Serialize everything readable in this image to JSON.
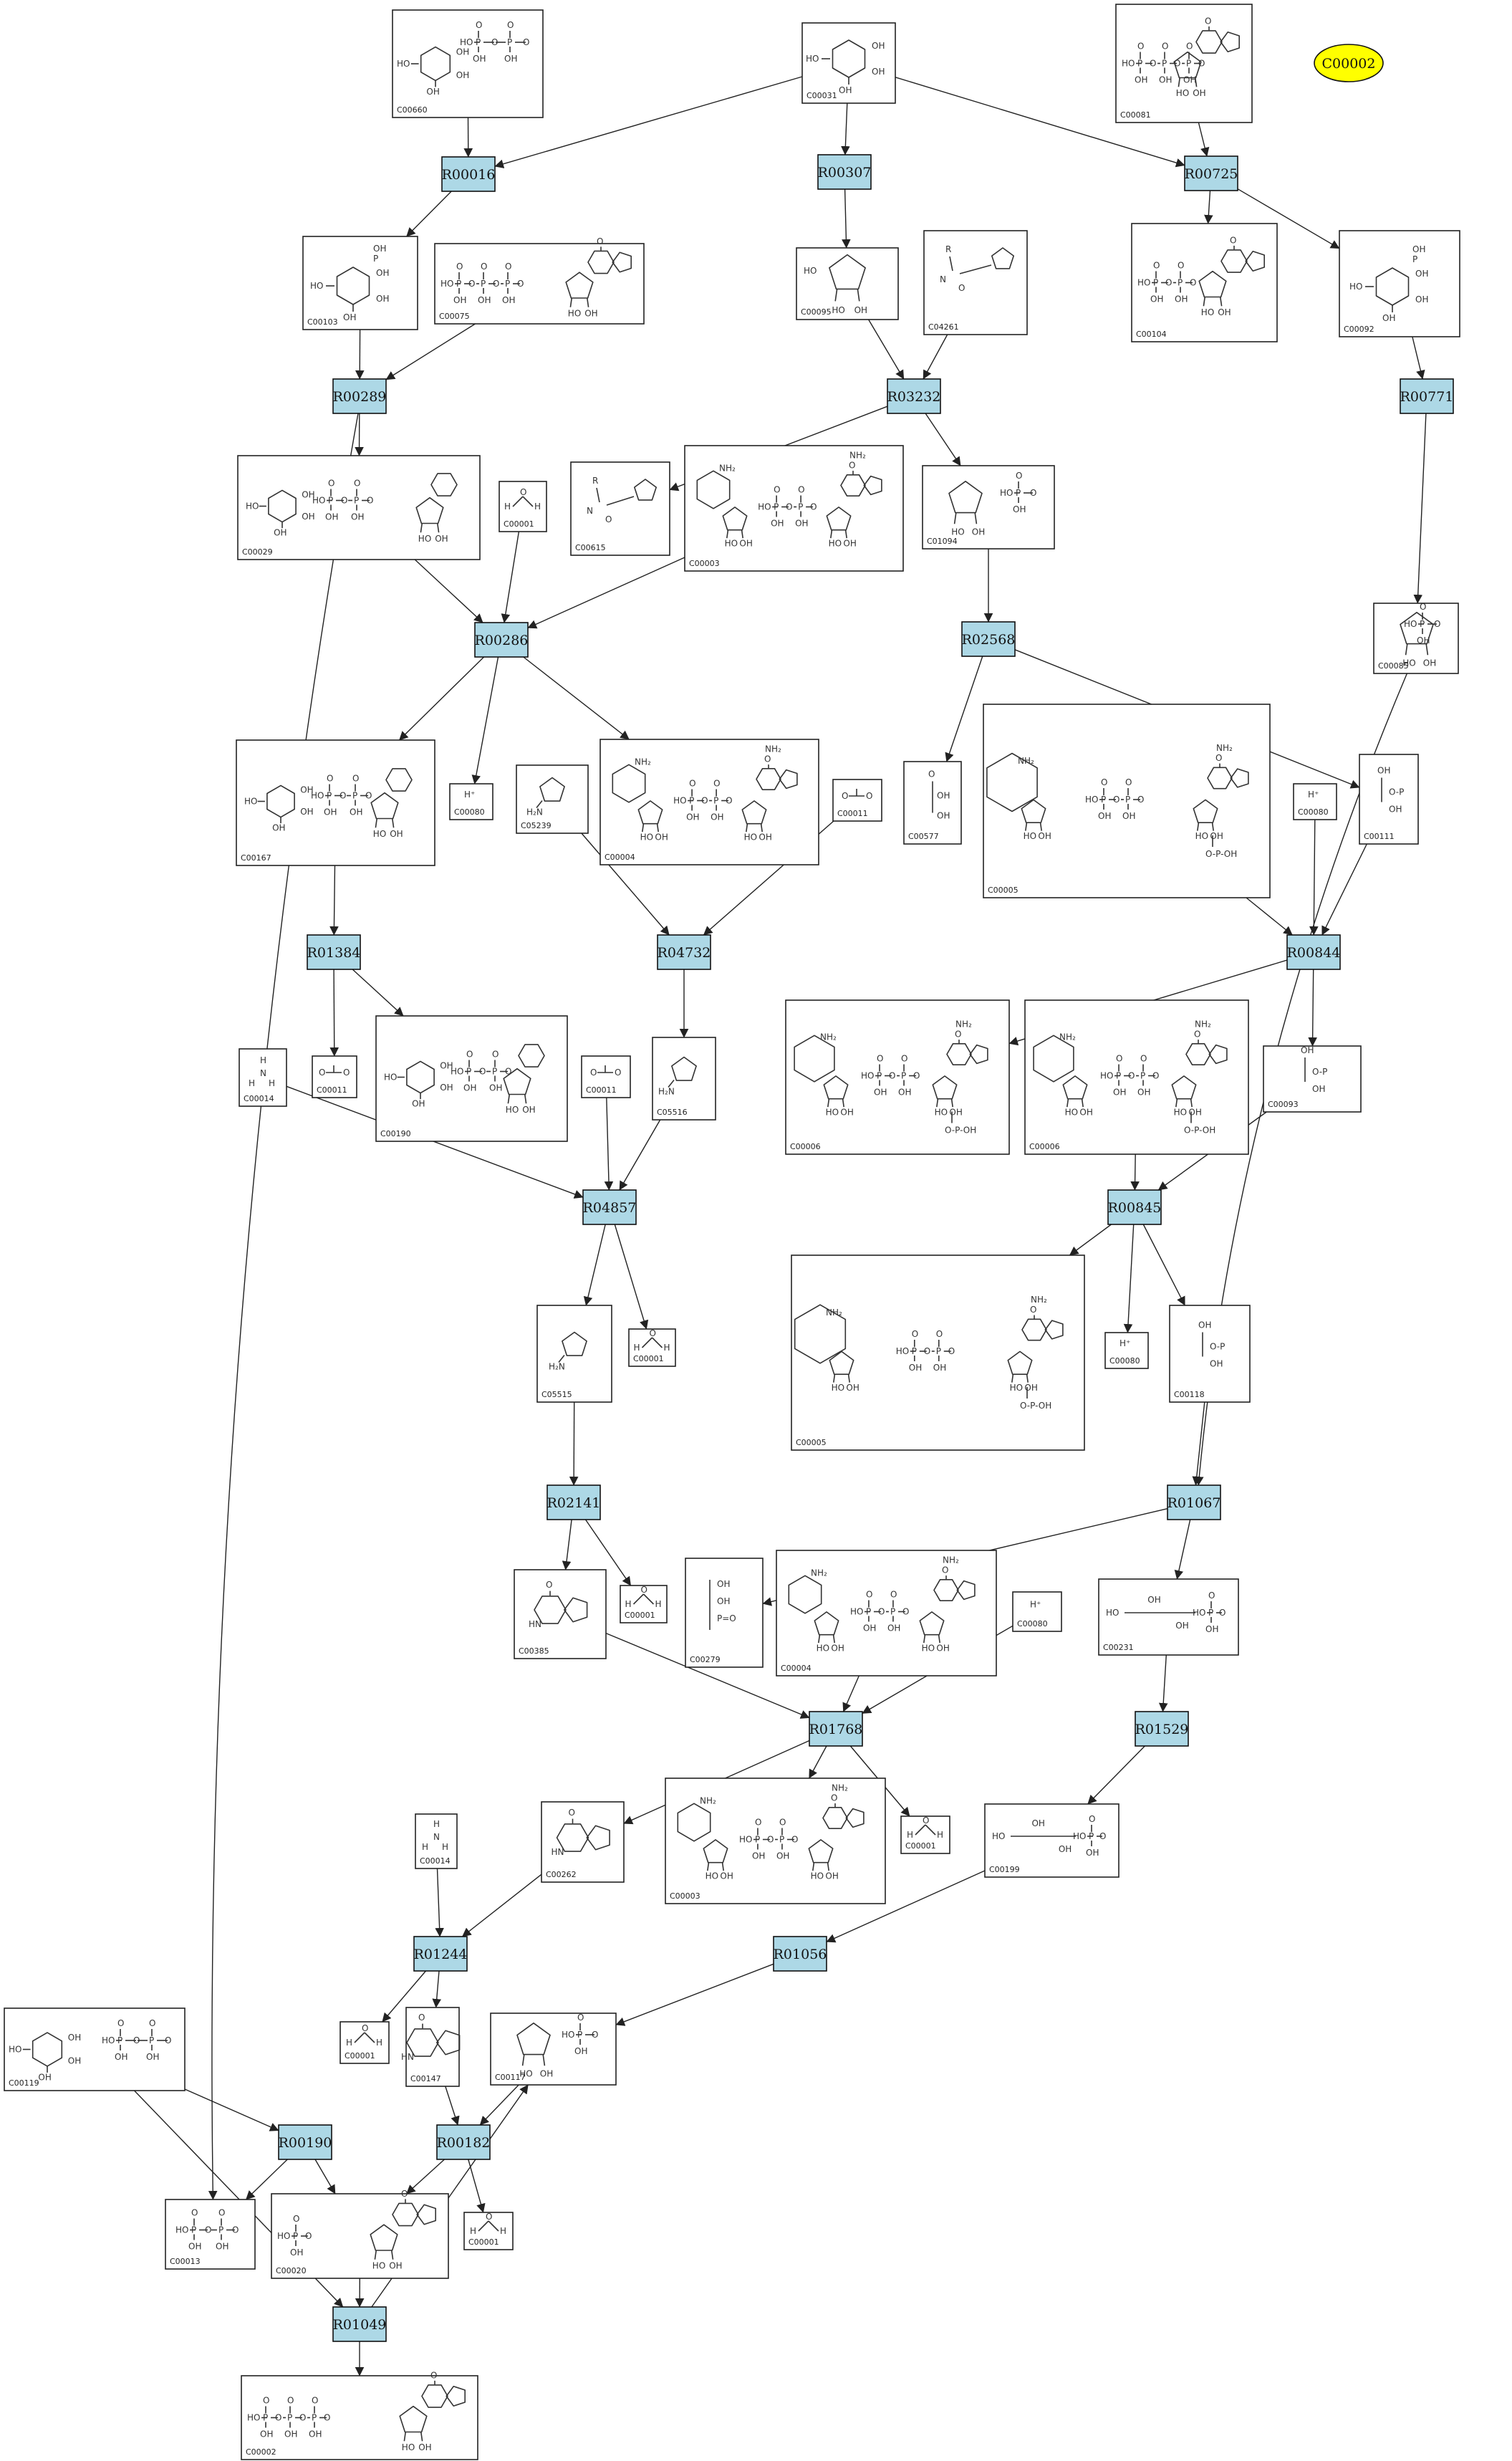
{
  "legend": {
    "label": "C00002",
    "color": "#ffff00"
  },
  "colors": {
    "reaction": "#add8e6",
    "compound": "#ffffff",
    "legend": "#ffff00"
  },
  "compounds": [
    {
      "id": "c_C00660",
      "label": "C00660",
      "glyph": "sugar-diphosphate"
    },
    {
      "id": "c_C00031",
      "label": "C00031",
      "glyph": "hexose"
    },
    {
      "id": "c_C00081",
      "label": "C00081",
      "glyph": "nucleotide-triphosphate"
    },
    {
      "id": "c_C00103",
      "label": "C00103",
      "glyph": "hexose-phosphate"
    },
    {
      "id": "c_C00075",
      "label": "C00075",
      "glyph": "nucleotide-triphosphate"
    },
    {
      "id": "c_C00095",
      "label": "C00095",
      "glyph": "furanose"
    },
    {
      "id": "c_C04261",
      "label": "C04261",
      "glyph": "peptide"
    },
    {
      "id": "c_C00104",
      "label": "C00104",
      "glyph": "nucleotide-diphosphate"
    },
    {
      "id": "c_C00092",
      "label": "C00092",
      "glyph": "hexose-phosphate"
    },
    {
      "id": "c_C00029",
      "label": "C00029",
      "glyph": "sugar-nucleotide"
    },
    {
      "id": "c_C00001_a",
      "label": "C00001",
      "glyph": "water"
    },
    {
      "id": "c_C00615",
      "label": "C00615",
      "glyph": "peptide"
    },
    {
      "id": "c_C00003_a",
      "label": "C00003",
      "glyph": "dinucleotide"
    },
    {
      "id": "c_C01094",
      "label": "C01094",
      "glyph": "furanose-phosphate"
    },
    {
      "id": "c_C00085",
      "label": "C00085",
      "glyph": "furanose-phosphate"
    },
    {
      "id": "c_C00167",
      "label": "C00167",
      "glyph": "sugar-nucleotide"
    },
    {
      "id": "c_C00080_a",
      "label": "C00080",
      "glyph": "proton"
    },
    {
      "id": "c_C05239",
      "label": "C05239",
      "glyph": "imidazole"
    },
    {
      "id": "c_C00004_a",
      "label": "C00004",
      "glyph": "dinucleotide"
    },
    {
      "id": "c_C00011_a",
      "label": "C00011",
      "glyph": "co2"
    },
    {
      "id": "c_C00577",
      "label": "C00577",
      "glyph": "triose"
    },
    {
      "id": "c_C00005_a",
      "label": "C00005",
      "glyph": "dinucleotide-phosphate"
    },
    {
      "id": "c_C00080_b",
      "label": "C00080",
      "glyph": "proton"
    },
    {
      "id": "c_C00111",
      "label": "C00111",
      "glyph": "triose-phosphate"
    },
    {
      "id": "c_C00014_a",
      "label": "C00014",
      "glyph": "ammonia"
    },
    {
      "id": "c_C00011_b",
      "label": "C00011",
      "glyph": "co2"
    },
    {
      "id": "c_C00190",
      "label": "C00190",
      "glyph": "sugar-nucleotide"
    },
    {
      "id": "c_C00011_c",
      "label": "C00011",
      "glyph": "co2"
    },
    {
      "id": "c_C05516",
      "label": "C05516",
      "glyph": "imidazole"
    },
    {
      "id": "c_C00006_a",
      "label": "C00006",
      "glyph": "dinucleotide-phosphate"
    },
    {
      "id": "c_C00006_b",
      "label": "C00006",
      "glyph": "dinucleotide-phosphate"
    },
    {
      "id": "c_C00093",
      "label": "C00093",
      "glyph": "triose-phosphate"
    },
    {
      "id": "c_C05515",
      "label": "C05515",
      "glyph": "imidazole"
    },
    {
      "id": "c_C00001_b",
      "label": "C00001",
      "glyph": "water"
    },
    {
      "id": "c_C00005_b",
      "label": "C00005",
      "glyph": "dinucleotide-phosphate"
    },
    {
      "id": "c_C00080_c",
      "label": "C00080",
      "glyph": "proton"
    },
    {
      "id": "c_C00118",
      "label": "C00118",
      "glyph": "triose-phosphate"
    },
    {
      "id": "c_C00385",
      "label": "C00385",
      "glyph": "purine"
    },
    {
      "id": "c_C00001_c",
      "label": "C00001",
      "glyph": "water"
    },
    {
      "id": "c_C00279",
      "label": "C00279",
      "glyph": "tetrose-phosphate"
    },
    {
      "id": "c_C00004_b",
      "label": "C00004",
      "glyph": "dinucleotide"
    },
    {
      "id": "c_C00080_d",
      "label": "C00080",
      "glyph": "proton"
    },
    {
      "id": "c_C00231",
      "label": "C00231",
      "glyph": "pentose-phosphate"
    },
    {
      "id": "c_C00262",
      "label": "C00262",
      "glyph": "purine"
    },
    {
      "id": "c_C00003_b",
      "label": "C00003",
      "glyph": "dinucleotide"
    },
    {
      "id": "c_C00001_d",
      "label": "C00001",
      "glyph": "water"
    },
    {
      "id": "c_C00199",
      "label": "C00199",
      "glyph": "pentose-phosphate"
    },
    {
      "id": "c_C00014_b",
      "label": "C00014",
      "glyph": "ammonia"
    },
    {
      "id": "c_C00001_e",
      "label": "C00001",
      "glyph": "water"
    },
    {
      "id": "c_C00147",
      "label": "C00147",
      "glyph": "purine"
    },
    {
      "id": "c_C00117",
      "label": "C00117",
      "glyph": "furanose-phosphate"
    },
    {
      "id": "c_C00119",
      "label": "C00119",
      "glyph": "sugar-diphosphate"
    },
    {
      "id": "c_C00013",
      "label": "C00013",
      "glyph": "diphosphate"
    },
    {
      "id": "c_C00020",
      "label": "C00020",
      "glyph": "nucleotide-monophosphate"
    },
    {
      "id": "c_C00001_f",
      "label": "C00001",
      "glyph": "water"
    },
    {
      "id": "c_C00002",
      "label": "C00002",
      "glyph": "nucleotide-triphosphate"
    }
  ],
  "reactions": [
    {
      "id": "r_R00016",
      "label": "R00016"
    },
    {
      "id": "r_R00307",
      "label": "R00307"
    },
    {
      "id": "r_R00725",
      "label": "R00725"
    },
    {
      "id": "r_R00289",
      "label": "R00289"
    },
    {
      "id": "r_R03232",
      "label": "R03232"
    },
    {
      "id": "r_R00771",
      "label": "R00771"
    },
    {
      "id": "r_R00286",
      "label": "R00286"
    },
    {
      "id": "r_R02568",
      "label": "R02568"
    },
    {
      "id": "r_R01384",
      "label": "R01384"
    },
    {
      "id": "r_R04732",
      "label": "R04732"
    },
    {
      "id": "r_R00844",
      "label": "R00844"
    },
    {
      "id": "r_R04857",
      "label": "R04857"
    },
    {
      "id": "r_R00845",
      "label": "R00845"
    },
    {
      "id": "r_R02141",
      "label": "R02141"
    },
    {
      "id": "r_R01067",
      "label": "R01067"
    },
    {
      "id": "r_R01768",
      "label": "R01768"
    },
    {
      "id": "r_R01529",
      "label": "R01529"
    },
    {
      "id": "r_R01244",
      "label": "R01244"
    },
    {
      "id": "r_R01056",
      "label": "R01056"
    },
    {
      "id": "r_R00190",
      "label": "R00190"
    },
    {
      "id": "r_R00182",
      "label": "R00182"
    },
    {
      "id": "r_R01049",
      "label": "R01049"
    }
  ],
  "edges": [
    [
      "c_C00660",
      "r_R00016"
    ],
    [
      "c_C00031",
      "r_R00016"
    ],
    [
      "c_C00031",
      "r_R00307"
    ],
    [
      "c_C00031",
      "r_R00725"
    ],
    [
      "c_C00081",
      "r_R00725"
    ],
    [
      "r_R00016",
      "c_C00103"
    ],
    [
      "r_R00307",
      "c_C00095"
    ],
    [
      "r_R00725",
      "c_C00104"
    ],
    [
      "r_R00725",
      "c_C00092"
    ],
    [
      "c_C00103",
      "r_R00289"
    ],
    [
      "c_C00075",
      "r_R00289"
    ],
    [
      "c_C00095",
      "r_R03232"
    ],
    [
      "c_C04261",
      "r_R03232"
    ],
    [
      "c_C00092",
      "r_R00771"
    ],
    [
      "r_R00289",
      "c_C00029"
    ],
    [
      "r_R00289",
      "c_C00013"
    ],
    [
      "r_R03232",
      "c_C00615"
    ],
    [
      "r_R03232",
      "c_C01094"
    ],
    [
      "r_R00771",
      "c_C00085"
    ],
    [
      "c_C00029",
      "r_R00286"
    ],
    [
      "c_C00001_a",
      "r_R00286"
    ],
    [
      "c_C00003_a",
      "r_R00286"
    ],
    [
      "c_C01094",
      "r_R02568"
    ],
    [
      "r_R00286",
      "c_C00167"
    ],
    [
      "r_R00286",
      "c_C00080_a"
    ],
    [
      "r_R00286",
      "c_C00004_a"
    ],
    [
      "r_R02568",
      "c_C00577"
    ],
    [
      "r_R02568",
      "c_C00111"
    ],
    [
      "c_C00167",
      "r_R01384"
    ],
    [
      "c_C05239",
      "r_R04732"
    ],
    [
      "c_C00011_a",
      "r_R04732"
    ],
    [
      "c_C00005_a",
      "r_R00844"
    ],
    [
      "c_C00080_b",
      "r_R00844"
    ],
    [
      "c_C00111",
      "r_R00844"
    ],
    [
      "r_R01384",
      "c_C00011_b"
    ],
    [
      "r_R01384",
      "c_C00190"
    ],
    [
      "r_R04732",
      "c_C05516"
    ],
    [
      "r_R00844",
      "c_C00006_a"
    ],
    [
      "r_R00844",
      "c_C00093"
    ],
    [
      "c_C00014_a",
      "r_R04857"
    ],
    [
      "c_C00011_c",
      "r_R04857"
    ],
    [
      "c_C05516",
      "r_R04857"
    ],
    [
      "c_C00006_b",
      "r_R00845"
    ],
    [
      "c_C00093",
      "r_R00845"
    ],
    [
      "r_R04857",
      "c_C05515"
    ],
    [
      "r_R04857",
      "c_C00001_b"
    ],
    [
      "r_R00845",
      "c_C00005_b"
    ],
    [
      "r_R00845",
      "c_C00080_c"
    ],
    [
      "r_R00845",
      "c_C00118"
    ],
    [
      "c_C05515",
      "r_R02141"
    ],
    [
      "c_C00118",
      "r_R01067"
    ],
    [
      "c_C00085",
      "r_R01067"
    ],
    [
      "r_R02141",
      "c_C00385"
    ],
    [
      "r_R02141",
      "c_C00001_c"
    ],
    [
      "r_R01067",
      "c_C00279"
    ],
    [
      "r_R01067",
      "c_C00231"
    ],
    [
      "c_C00385",
      "r_R01768"
    ],
    [
      "c_C00004_b",
      "r_R01768"
    ],
    [
      "c_C00080_d",
      "r_R01768"
    ],
    [
      "c_C00231",
      "r_R01529"
    ],
    [
      "r_R01768",
      "c_C00262"
    ],
    [
      "r_R01768",
      "c_C00003_b"
    ],
    [
      "r_R01768",
      "c_C00001_d"
    ],
    [
      "r_R01529",
      "c_C00199"
    ],
    [
      "c_C00262",
      "r_R01244"
    ],
    [
      "c_C00014_b",
      "r_R01244"
    ],
    [
      "c_C00199",
      "r_R01056"
    ],
    [
      "r_R01244",
      "c_C00001_e"
    ],
    [
      "r_R01244",
      "c_C00147"
    ],
    [
      "r_R01056",
      "c_C00117"
    ],
    [
      "c_C00119",
      "r_R00190"
    ],
    [
      "c_C00147",
      "r_R00182"
    ],
    [
      "c_C00117",
      "r_R00182"
    ],
    [
      "r_R00190",
      "c_C00013"
    ],
    [
      "r_R00190",
      "c_C00020"
    ],
    [
      "r_R00182",
      "c_C00020"
    ],
    [
      "r_R00182",
      "c_C00001_f"
    ],
    [
      "c_C00020",
      "r_R01049"
    ],
    [
      "c_C00119",
      "r_R01049"
    ],
    [
      "r_R01049",
      "c_C00117"
    ],
    [
      "r_R01049",
      "c_C00002"
    ]
  ]
}
